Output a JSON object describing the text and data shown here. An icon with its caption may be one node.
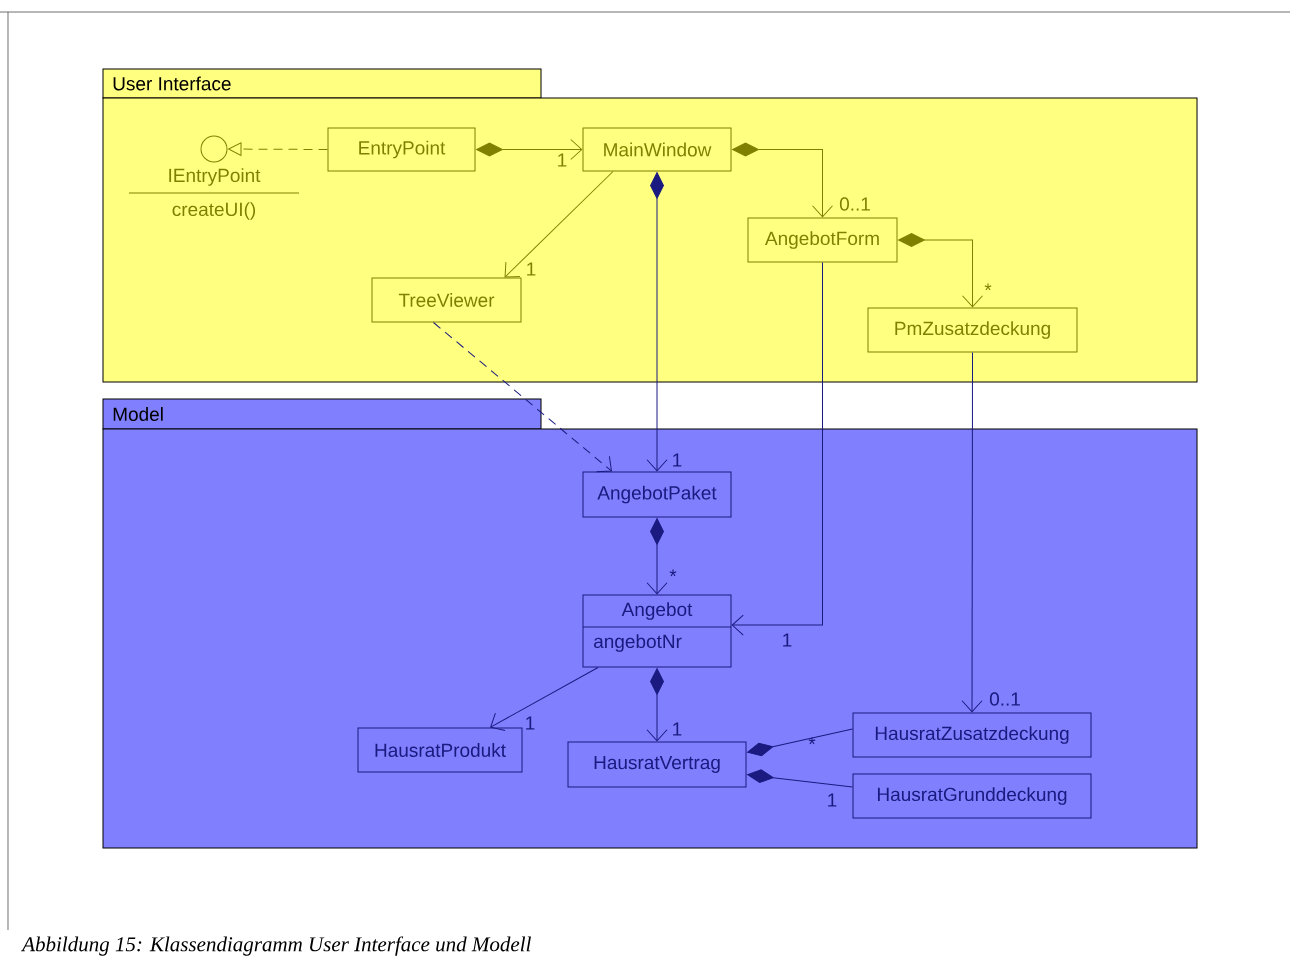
{
  "diagram": {
    "caption": "Abbildung 15:  Klassendiagramm User Interface und Modell",
    "nodes": [
      {
        "text": [
          "User Interface"
        ]
      },
      {
        "text": [
          "IEntryPoint",
          "createUI()"
        ],
        "in": 0
      },
      {
        "text": [
          "EntryPoint"
        ],
        "in": 0
      },
      {
        "text": [
          "MainWindow"
        ],
        "in": 0
      },
      {
        "text": [
          "AngebotForm"
        ],
        "in": 0
      },
      {
        "text": [
          "TreeViewer"
        ],
        "in": 0
      },
      {
        "text": [
          "PmZusatzdeckung"
        ],
        "in": 0
      },
      {
        "text": [
          "Model"
        ]
      },
      {
        "text": [
          "AngebotPaket"
        ],
        "in": 7
      },
      {
        "text": [
          "Angebot",
          "angebotNr"
        ],
        "in": 7
      },
      {
        "text": [
          "HausratProdukt"
        ],
        "in": 7
      },
      {
        "text": [
          "HausratVertrag"
        ],
        "in": 7
      },
      {
        "text": [
          "HausratZusatzdeckung"
        ],
        "in": 7
      },
      {
        "text": [
          "HausratGrunddeckung"
        ],
        "in": 7
      }
    ],
    "edges": [
      {
        "from": 2,
        "to": 1,
        "arrow": "to",
        "style": "dashed",
        "color": "#808000"
      },
      {
        "from": 2,
        "to": 3,
        "arrow": "to",
        "label": "1",
        "color": "#808000"
      },
      {
        "from": 3,
        "to": 4,
        "arrow": "to",
        "label": "0..1",
        "color": "#808000"
      },
      {
        "from": 3,
        "to": 5,
        "arrow": "to",
        "label": "1",
        "color": "#808000"
      },
      {
        "from": 3,
        "to": 8,
        "arrow": "to",
        "label": "1"
      },
      {
        "from": 4,
        "to": 6,
        "arrow": "to",
        "label": "*",
        "color": "#808000"
      },
      {
        "from": 5,
        "to": 8,
        "arrow": "to",
        "style": "dashed"
      },
      {
        "from": 4,
        "to": 9,
        "arrow": "to",
        "label": "1"
      },
      {
        "from": 6,
        "to": 12,
        "arrow": "to",
        "label": "0..1"
      },
      {
        "from": 8,
        "to": 9,
        "arrow": "to",
        "label": "*"
      },
      {
        "from": 9,
        "to": 10,
        "arrow": "to",
        "label": "1"
      },
      {
        "from": 9,
        "to": 11,
        "arrow": "to",
        "label": "1"
      },
      {
        "from": 11,
        "to": 12,
        "arrow": "other",
        "label": "*"
      },
      {
        "from": 11,
        "to": 13,
        "arrow": "other",
        "label": "1"
      }
    ]
  }
}
